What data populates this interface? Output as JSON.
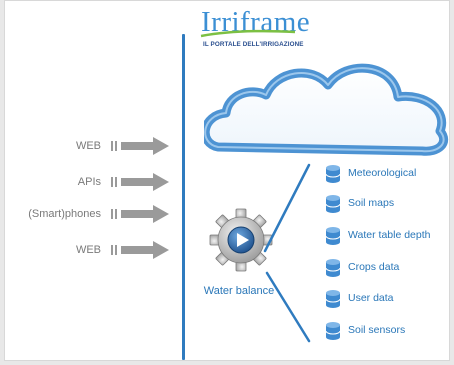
{
  "logo": {
    "title": "Irriframe",
    "subtitle": "IL PORTALE DELL'IRRIGAZIONE"
  },
  "sources": [
    "WEB",
    "APIs",
    "(Smart)phones",
    "WEB"
  ],
  "hub": {
    "label": "Water balance"
  },
  "datasets": [
    "Meteorological",
    "Soil maps",
    "Water table depth",
    "Crops data",
    "User data",
    "Soil sensors"
  ],
  "colors": {
    "blue": "#2f7bbf",
    "text_blue": "#2a77b8",
    "arrow_grey": "#9a9a9a",
    "cloud": "#5b9fd9"
  }
}
